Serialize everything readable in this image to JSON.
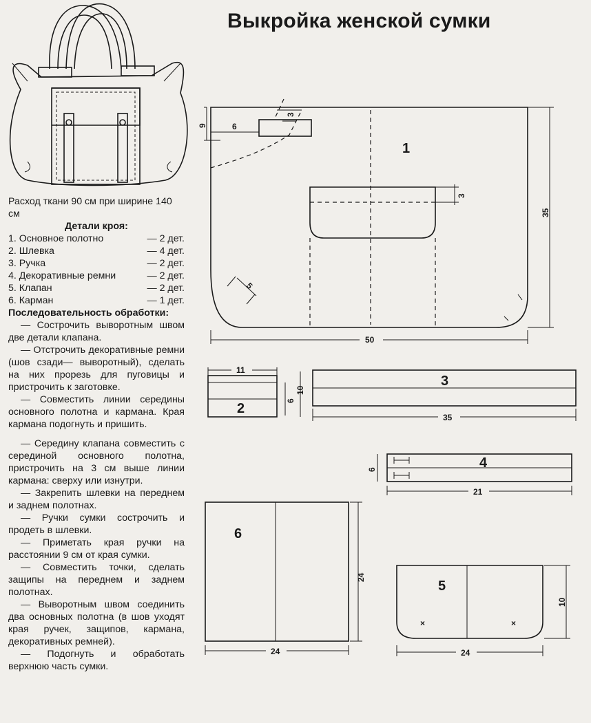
{
  "title": "Выкройка женской сумки",
  "consumption": "Расход ткани 90 см при ширине 140 см",
  "parts_heading": "Детали кроя:",
  "parts": [
    {
      "name": "1. Основное полотно",
      "qty": "— 2 дет."
    },
    {
      "name": "2. Шлевка",
      "qty": "— 4 дет."
    },
    {
      "name": "3. Ручка",
      "qty": "— 2 дет."
    },
    {
      "name": "4. Декоративные ремни",
      "qty": "— 2 дет."
    },
    {
      "name": "5. Клапан",
      "qty": "— 2 дет."
    },
    {
      "name": "6. Карман",
      "qty": "— 1 дет."
    }
  ],
  "sequence_heading": "Последовательность обработки:",
  "steps": [
    "— Сострочить выворотным швом две детали клапана.",
    "— Отстрочить декоративные ремни (шов сзади— выворотный), сделать на них прорезь для пуговицы и пристрочить к заготовке.",
    "— Совместить линии середины основного полотна и кармана. Края кармана подогнуть и пришить.",
    "— Середину клапана совместить с серединой основного полотна, пристрочить на 3 см выше линии кармана: сверху или изнутри.",
    "— Закрепить шлевки на переднем и заднем полотнах.",
    "— Ручки сумки сострочить и продеть в шлевки.",
    "— Приметать края ручки на расстоянии 9 см от края сумки.",
    "— Совместить точки, сделать защипы на переднем и заднем полотнах.",
    "— Выворотным швом соединить два основных полотна (в шов уходят края ручек, защипов, кармана, декоративных ремней).",
    "— Подогнуть и обработать верхнюю часть сумки."
  ],
  "pieces": {
    "p1": {
      "label": "1",
      "width": "50",
      "height": "35",
      "corner": "5",
      "handle_offset": "9",
      "loop_offset": "6",
      "loop_height": "3",
      "pocket_offset": "3"
    },
    "p2": {
      "label": "2",
      "width": "11",
      "height": "6",
      "height_outer": "10"
    },
    "p3": {
      "label": "3",
      "width": "35"
    },
    "p4": {
      "label": "4",
      "width": "21",
      "height": "6"
    },
    "p5": {
      "label": "5",
      "width": "24",
      "height": "10",
      "mark": "×"
    },
    "p6": {
      "label": "6",
      "width": "24",
      "height": "24"
    }
  }
}
